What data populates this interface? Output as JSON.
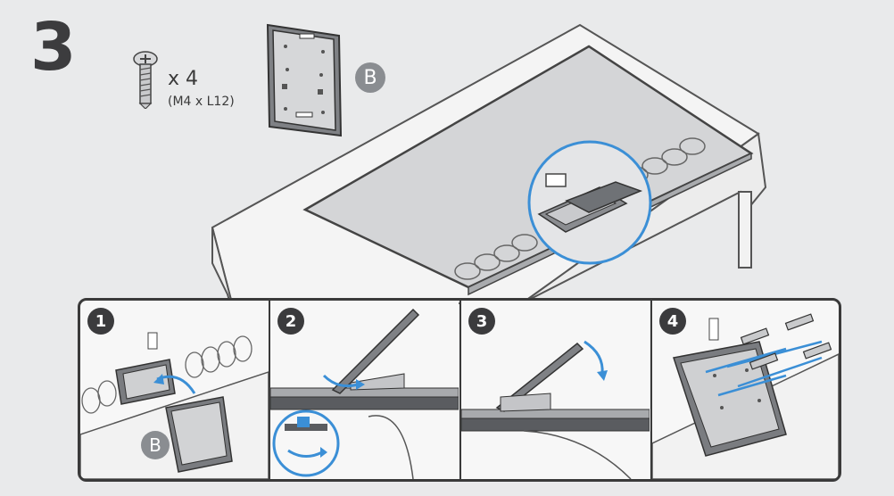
{
  "step": {
    "number": "3"
  },
  "screw": {
    "quantity": "x 4",
    "spec": "(M4 x L12)",
    "icon": "screw-icon"
  },
  "bracket": {
    "label": "B",
    "icon": "bracket-b-icon"
  },
  "panels": [
    {
      "number": "1",
      "badge": "B"
    },
    {
      "number": "2"
    },
    {
      "number": "3"
    },
    {
      "number": "4"
    }
  ],
  "colors": {
    "accent": "#3b8fd6",
    "line": "#3a3a3a",
    "badge": "#8a8d91",
    "paper": "#e9eaeb"
  }
}
